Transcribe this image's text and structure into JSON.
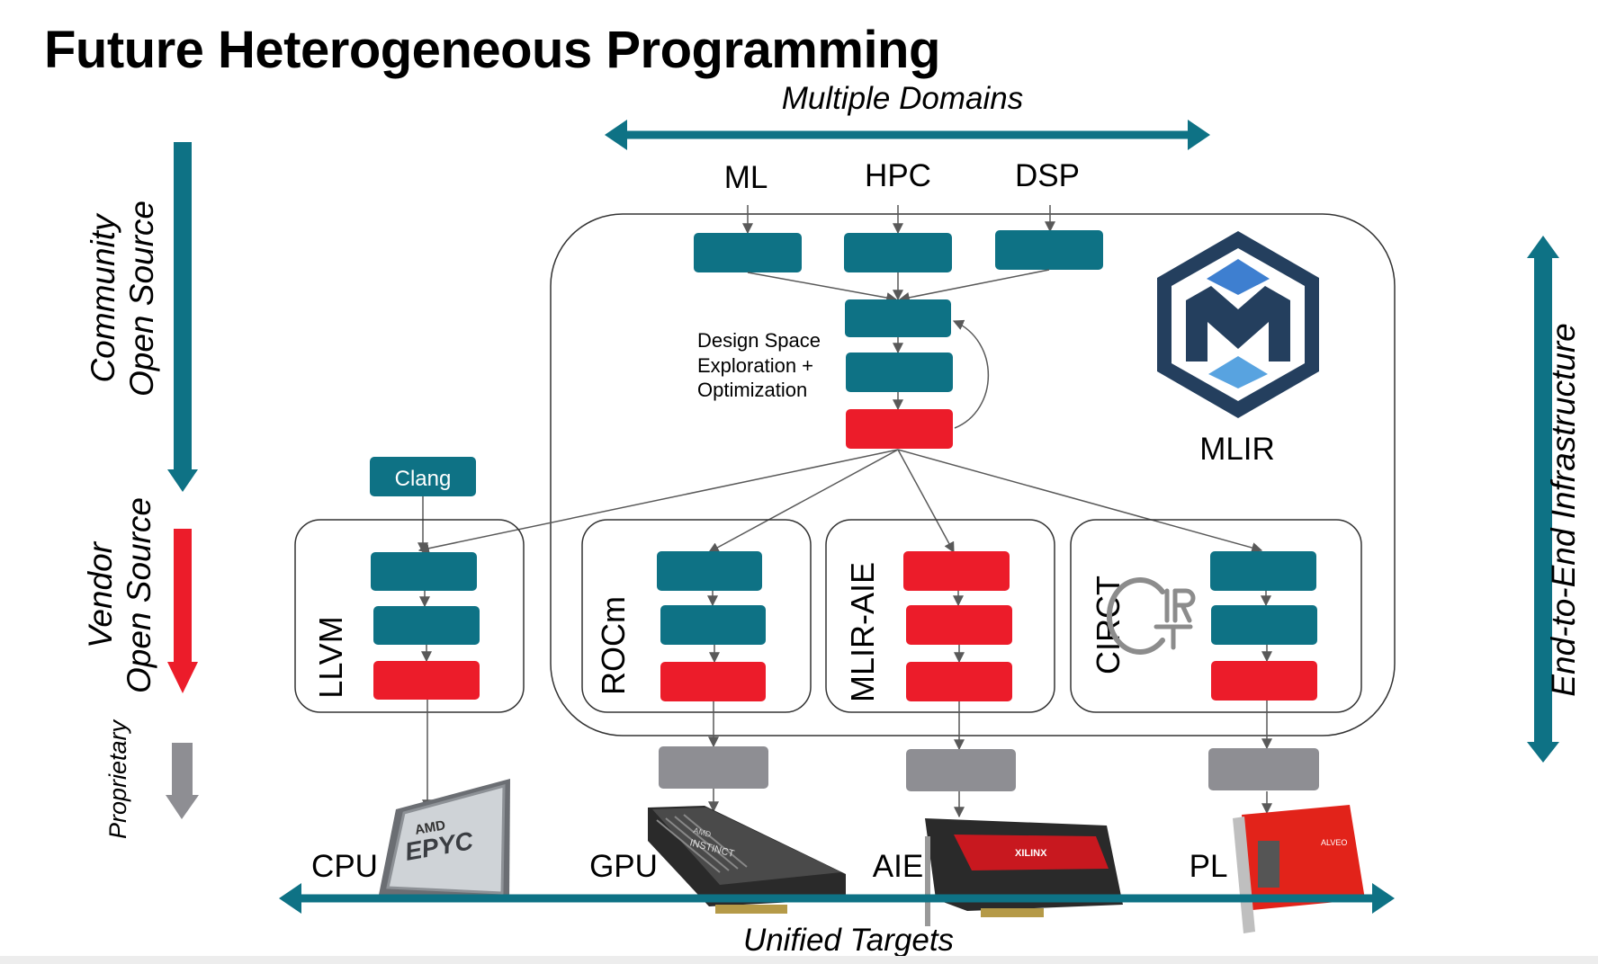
{
  "title": "Future Heterogeneous Programming",
  "domains": {
    "label": "Multiple Domains",
    "items": [
      "ML",
      "HPC",
      "DSP"
    ]
  },
  "mlir": {
    "label": "MLIR",
    "dse_lines": [
      "Design Space",
      "Exploration +",
      "Optimization"
    ]
  },
  "clang_label": "Clang",
  "flows": [
    {
      "label": "LLVM"
    },
    {
      "label": "ROCm"
    },
    {
      "label": "MLIR-AIE"
    },
    {
      "label": "CIRCT"
    }
  ],
  "left_axis": {
    "community": [
      "Community",
      "Open Source"
    ],
    "vendor": [
      "Vendor",
      "Open Source"
    ],
    "proprietary": "Proprietary"
  },
  "right_axis_label": "End-to-End Infrastructure",
  "targets": {
    "label": "Unified Targets",
    "items": [
      "CPU",
      "GPU",
      "AIE",
      "PL"
    ]
  },
  "hardware_text": {
    "cpu_brand": "AMD",
    "cpu_chip": "EPYC",
    "gpu_brand": "AMD",
    "gpu_model": "INSTINCT",
    "aie_brand": "XILINX",
    "pl_brand": "ALVEO"
  },
  "colors": {
    "teal": "#0e7285",
    "red": "#ec1c2a",
    "gray": "#8e8e93",
    "arrow": "#595959",
    "mlir_dark": "#243f5e",
    "mlir_blue": "#3e7fd0",
    "mlir_light": "#58a3e0"
  }
}
